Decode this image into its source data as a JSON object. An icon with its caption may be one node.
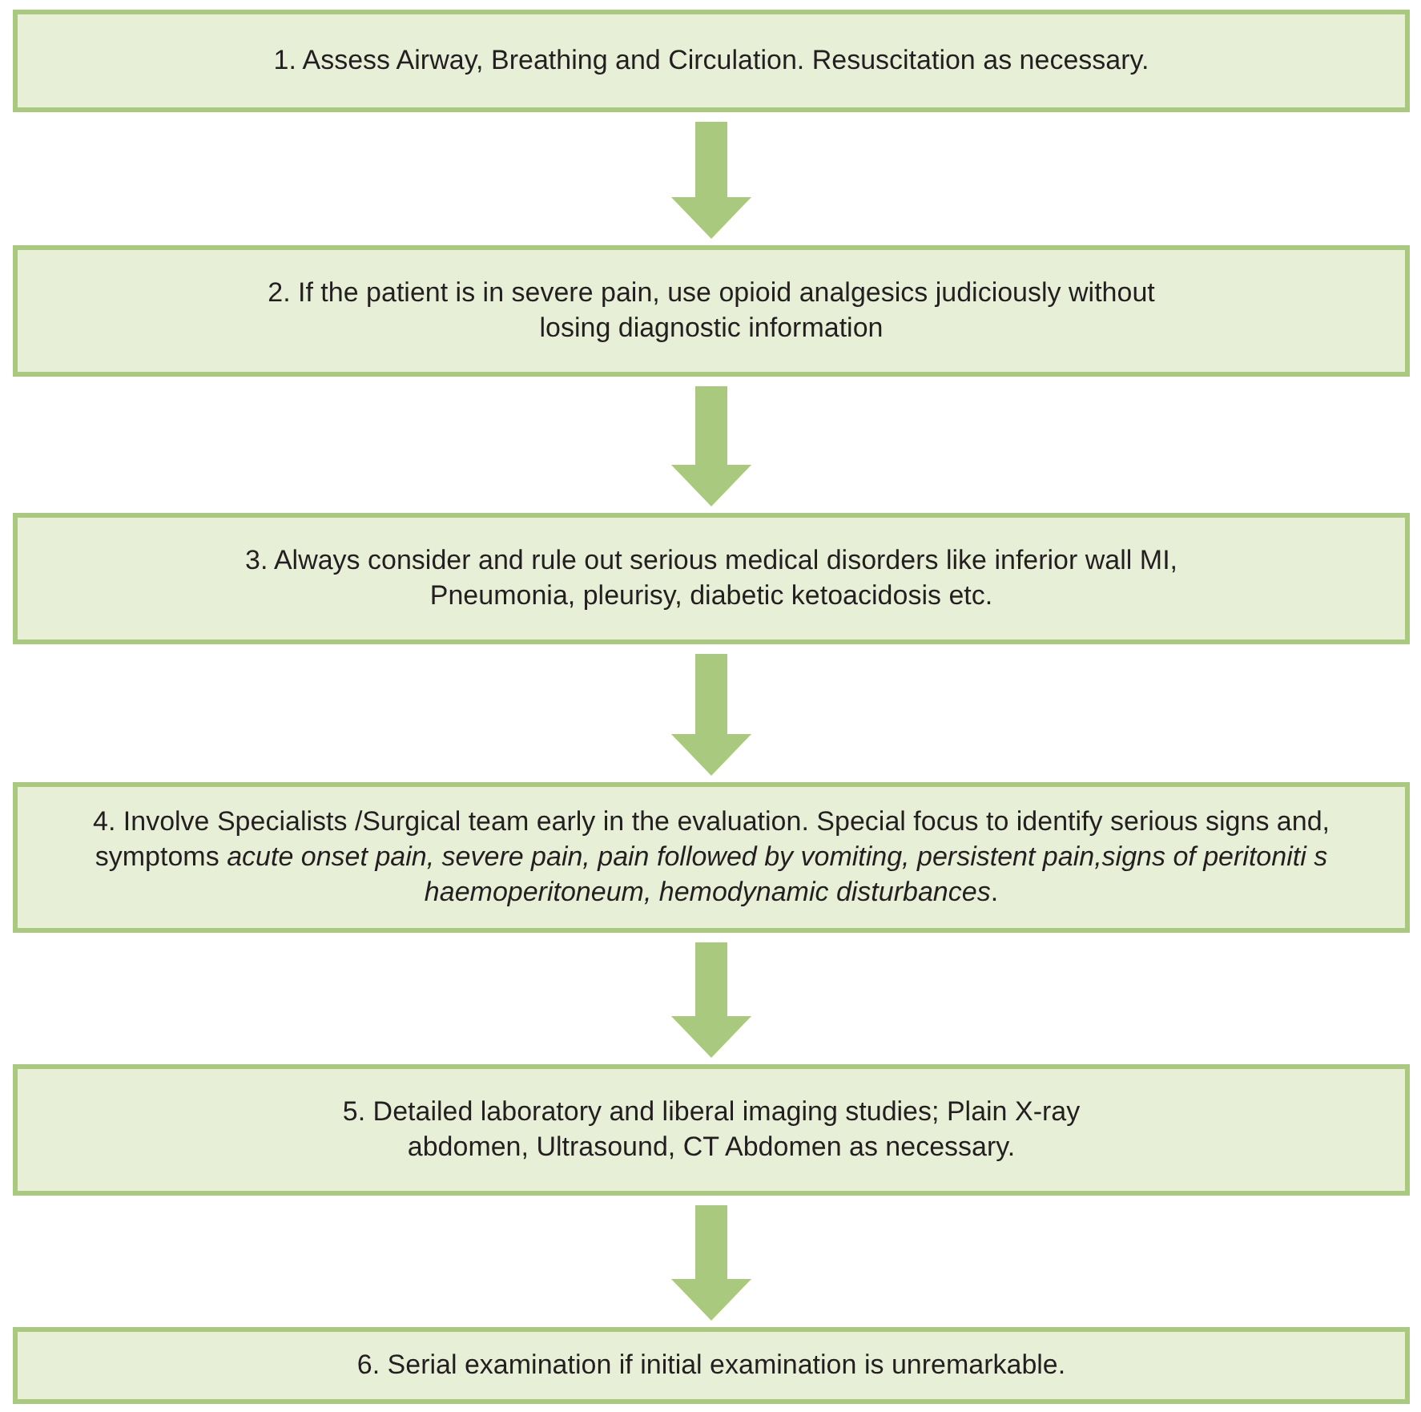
{
  "diagram": {
    "nodes": [
      {
        "text": [
          "1. Assess Airway, Breathing and Circulation. Resuscitation as necessary."
        ]
      },
      {
        "text": [
          "2. If the patient is in severe pain, use opioid analgesics judiciously without losing diagnostic information"
        ]
      },
      {
        "text": [
          "3. Always consider and rule out serious medical disorders like inferior wall MI, Pneumonia, pleurisy, diabetic ketoacidosis etc."
        ]
      },
      {
        "text": [
          "4. Involve Specialists /Surgical team early in the evaluation. Special focus to identify serious signs and, symptoms *acute onset pain, severe pain, pain followed by vomiting, persistent pain,signs of peritoniti s haemoperitoneum, hemodynamic disturbances*."
        ]
      },
      {
        "text": [
          "5. Detailed laboratory and liberal imaging studies; Plain X-ray abdomen, Ultrasound, CT Abdomen as necessary."
        ]
      },
      {
        "text": [
          "6. Serial examination if initial examination is unremarkable."
        ]
      }
    ],
    "edges": [
      {
        "from": 0,
        "to": 1,
        "arrow": "to"
      },
      {
        "from": 1,
        "to": 2,
        "arrow": "to"
      },
      {
        "from": 2,
        "to": 3,
        "arrow": "to"
      },
      {
        "from": 3,
        "to": 4,
        "arrow": "to"
      },
      {
        "from": 4,
        "to": 5,
        "arrow": "to"
      }
    ]
  }
}
